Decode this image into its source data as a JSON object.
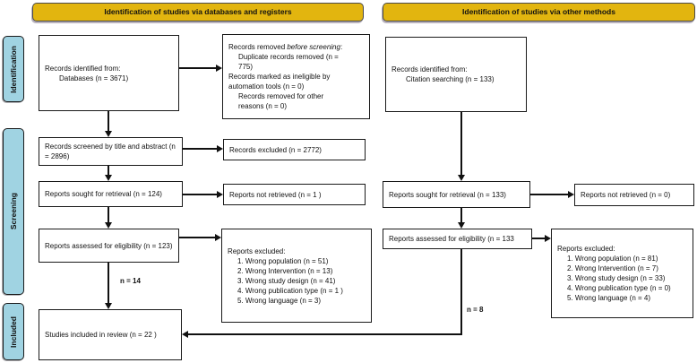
{
  "colors": {
    "header_bg": "#e2b50f",
    "header_border": "#4a4a4a",
    "stage_bg": "#a0d3e2",
    "arrow": "#111111"
  },
  "headers": {
    "databases": "Identification of studies via databases and registers",
    "other": "Identification of studies via other methods"
  },
  "stages": {
    "identification": "Identification",
    "screening": "Screening",
    "included": "Included"
  },
  "database_flow": {
    "records_identified": {
      "line1": "Records identified from:",
      "line2": "Databases (n = 3671)"
    },
    "records_removed": {
      "intro_prefix": "Records removed ",
      "intro_italic": "before screening",
      "intro_suffix": ":",
      "line1": "Duplicate records removed (n =",
      "line2": "775)",
      "line3": "Records marked as ineligible by",
      "line4": "automation tools (n = 0)",
      "line5": "Records removed for other",
      "line6": "reasons (n = 0)"
    },
    "records_screened": "Records screened by title and abstract (n = 2896)",
    "records_excluded": "Records excluded (n = 2772)",
    "reports_sought": "Reports sought for retrieval (n = 124)",
    "reports_not_retrieved": "Reports not retrieved (n = 1 )",
    "reports_assessed": "Reports assessed for eligibility (n = 123)",
    "reports_excluded": {
      "title": "Reports excluded:",
      "items": [
        "1. Wrong population (n = 51)",
        "2. Wrong Intervention (n = 13)",
        "3. Wrong study design (n = 41)",
        "4. Wrong publication type (n = 1 )",
        "5. Wrong language (n = 3)"
      ]
    },
    "included_count_label": "n = 14",
    "studies_included": "Studies included in review (n = 22 )"
  },
  "other_methods_flow": {
    "records_identified": {
      "line1": "Records identified from:",
      "line2": "Citation searching (n = 133)"
    },
    "reports_sought": "Reports sought for retrieval (n = 133)",
    "reports_not_retrieved": "Reports not retrieved (n = 0)",
    "reports_assessed": "Reports assessed for eligibility (n = 133",
    "reports_excluded": {
      "title": "Reports excluded:",
      "items": [
        "1. Wrong population (n = 81)",
        "2. Wrong Intervention (n = 7)",
        "3. Wrong study design (n = 33)",
        "4. Wrong publication type (n = 0)",
        "5. Wrong language (n = 4)"
      ]
    },
    "included_count_label": "n = 8"
  }
}
